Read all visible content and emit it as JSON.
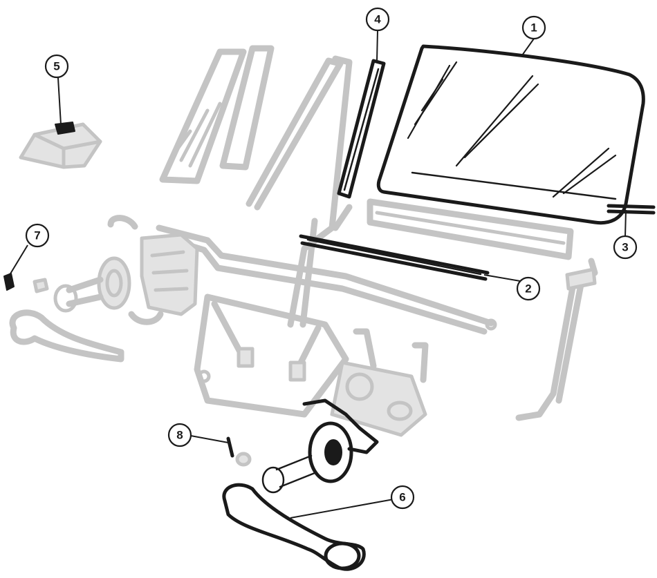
{
  "callouts": [
    {
      "id": "1",
      "label": "1"
    },
    {
      "id": "2",
      "label": "2"
    },
    {
      "id": "3",
      "label": "3"
    },
    {
      "id": "4",
      "label": "4"
    },
    {
      "id": "5",
      "label": "5"
    },
    {
      "id": "6",
      "label": "6"
    },
    {
      "id": "7",
      "label": "7"
    },
    {
      "id": "8",
      "label": "8"
    }
  ],
  "colors": {
    "highlight": "#1a1a1a",
    "ghost": "#c4c4c4",
    "background": "#ffffff"
  }
}
